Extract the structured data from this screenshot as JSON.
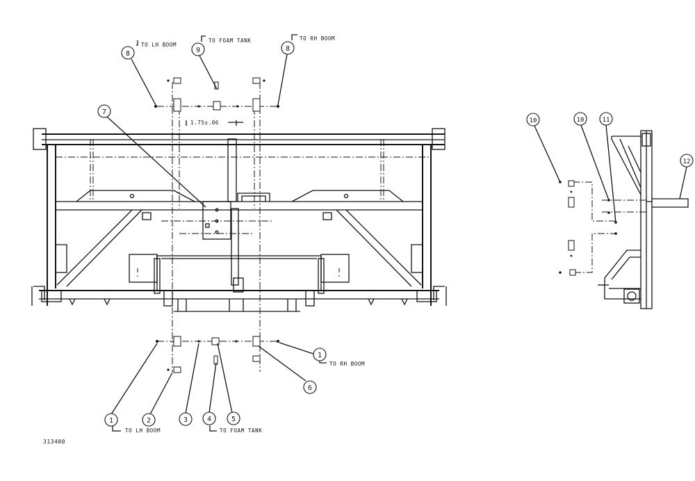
{
  "drawing_number": "313400",
  "dimension": "1.75±.06",
  "callouts": [
    {
      "id": "c8a",
      "num": "8",
      "note": "TO LH BOOM"
    },
    {
      "id": "c9",
      "num": "9",
      "note": "TO FOAM TANK"
    },
    {
      "id": "c8b",
      "num": "8",
      "note": "TO RH BOOM"
    },
    {
      "id": "c7",
      "num": "7",
      "note": ""
    },
    {
      "id": "c1a",
      "num": "1",
      "note": "TO RH BOOM"
    },
    {
      "id": "c6",
      "num": "6",
      "note": ""
    },
    {
      "id": "c1b",
      "num": "1",
      "note": ""
    },
    {
      "id": "c2",
      "num": "2",
      "note": "TO LH BOOM"
    },
    {
      "id": "c3",
      "num": "3",
      "note": ""
    },
    {
      "id": "c4",
      "num": "4",
      "note": "TO FOAM TANK"
    },
    {
      "id": "c5",
      "num": "5",
      "note": ""
    },
    {
      "id": "c10a",
      "num": "10",
      "note": ""
    },
    {
      "id": "c10b",
      "num": "10",
      "note": ""
    },
    {
      "id": "c11",
      "num": "11",
      "note": ""
    },
    {
      "id": "c12",
      "num": "12",
      "note": ""
    }
  ]
}
